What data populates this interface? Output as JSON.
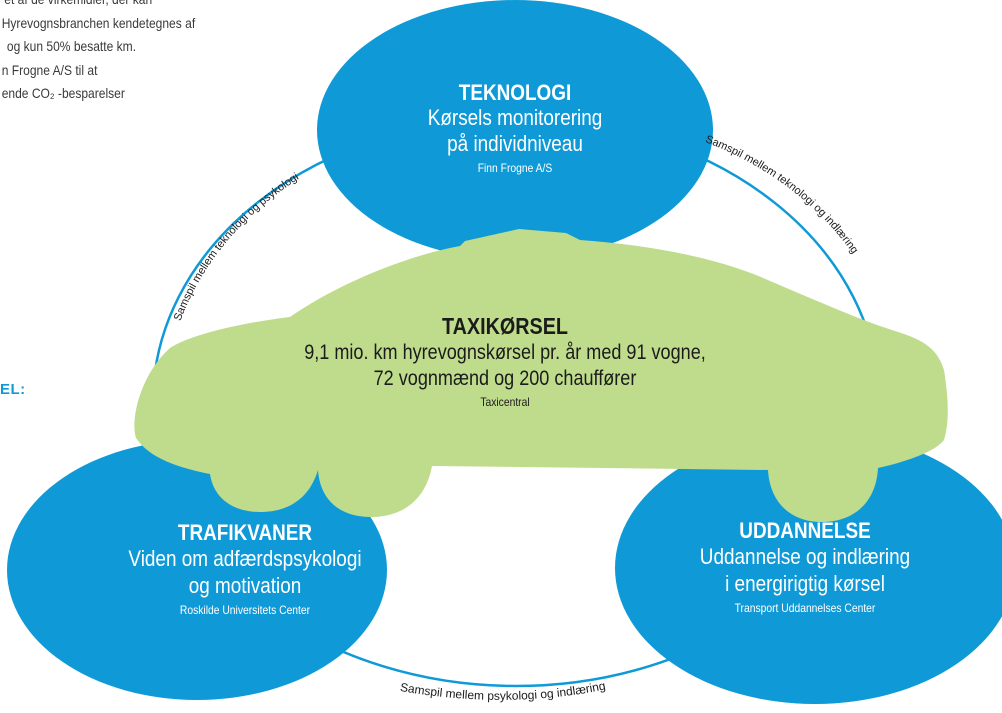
{
  "intro": {
    "lines": [
      "et af de virkemidler, der kan",
      "Hyrevognsbranchen kendetegnes af",
      "og kun 50% besatte km.",
      "n Frogne A/S til at",
      "ende CO₂ -besparelser"
    ]
  },
  "side_label": "EL:",
  "colors": {
    "bubble_blue": "#0f9ad7",
    "car_green": "#bfdc8c",
    "ring_blue": "#0f9ad7",
    "text_dark": "#1b1b1b",
    "label_blue": "#0f9ad7"
  },
  "teknologi": {
    "title": "TEKNOLOGI",
    "subtitle_1": "Kørsels monitorering",
    "subtitle_2": "på individniveau",
    "org": "Finn Frogne A/S"
  },
  "taxi": {
    "title": "TAXIKØRSEL",
    "line_1": "9,1 mio. km hyrevognskørsel pr. år med 91 vogne,",
    "line_2": "72 vognmænd og 200 chauffører",
    "org": "Taxicentral"
  },
  "trafikvaner": {
    "title": "TRAFIKVANER",
    "subtitle_1": "Viden om adfærdspsykologi",
    "subtitle_2": "og motivation",
    "org": "Roskilde Universitets Center"
  },
  "uddannelse": {
    "title": "UDDANNELSE",
    "subtitle_1": "Uddannelse og indlæring",
    "subtitle_2": "i energirigtig kørsel",
    "org": "Transport Uddannelses Center"
  },
  "arcs": {
    "tech_psych": "Samspil mellem teknologi og psykologi",
    "tech_learn": "Samspil mellem teknologi og indlæring",
    "psych_learn": "Samspil mellem psykologi og indlæring"
  }
}
